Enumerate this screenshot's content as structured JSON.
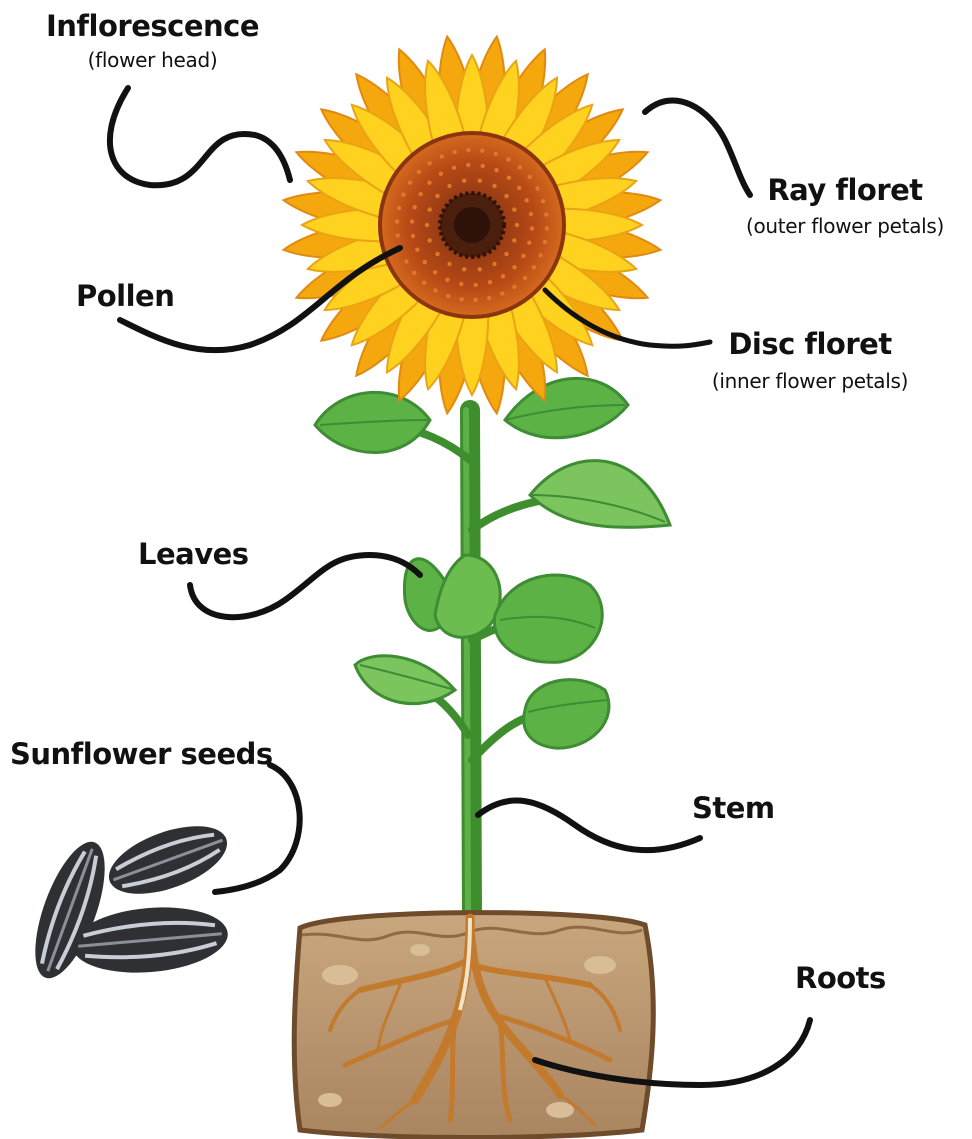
{
  "labels": {
    "inflorescence": {
      "title": "Inflorescence",
      "subtitle": "(flower head)"
    },
    "ray_floret": {
      "title": "Ray floret",
      "subtitle": "(outer flower petals)"
    },
    "pollen": {
      "title": "Pollen"
    },
    "disc_floret": {
      "title": "Disc floret",
      "subtitle": "(inner flower petals)"
    },
    "leaves": {
      "title": "Leaves"
    },
    "sunflower_seeds": {
      "title": "Sunflower seeds"
    },
    "stem": {
      "title": "Stem"
    },
    "roots": {
      "title": "Roots"
    }
  },
  "colors": {
    "petal": "#FFD21F",
    "petal_dark": "#F5A70E",
    "petal_shadow": "#E8901A",
    "disc": "#B84A16",
    "disc_center": "#4A1F0E",
    "leaf": "#5CB245",
    "leaf_light": "#8CD06A",
    "leaf_dark": "#3E8C34",
    "stem": "#3F8E2E",
    "soil": "#BE9A70",
    "soil_dark": "#8F6A45",
    "root": "#C47A2C",
    "seed": "#2E3034",
    "leader_line": "#111111"
  },
  "icons": [
    "sunflower-head",
    "leaf",
    "stem",
    "soil-block",
    "root",
    "sunflower-seed"
  ]
}
